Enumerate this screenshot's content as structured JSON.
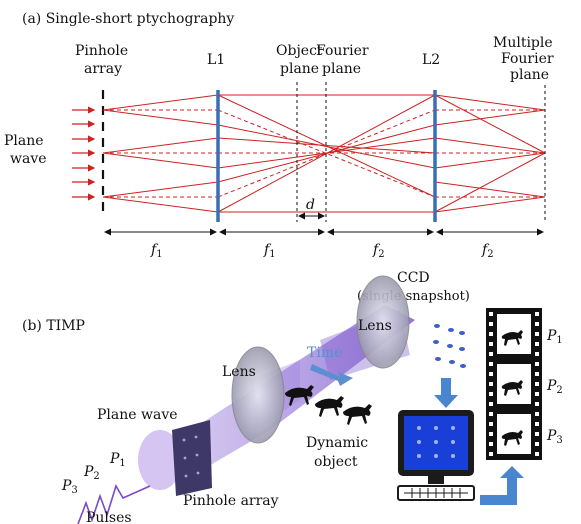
{
  "panel_a": {
    "title": "(a) Single-short ptychography",
    "pinhole_line1": "Pinhole",
    "pinhole_line2": "array",
    "l1": "L1",
    "object_line1": "Object",
    "object_line2": "plane",
    "fourier_line1": "Fourier",
    "fourier_line2": "plane",
    "l2": "L2",
    "multi_line1": "Multiple",
    "multi_line2": "Fourier",
    "multi_line3": "plane",
    "plane_line1": "Plane",
    "plane_line2": "wave",
    "d_label": "d",
    "focal_labels": [
      "f",
      "f",
      "f",
      "f"
    ],
    "focal_subs": [
      "1",
      "1",
      "2",
      "2"
    ]
  },
  "panel_b": {
    "title": "(b) TIMP",
    "ccd_line1": "CCD",
    "ccd_line2": "(single snapshot)",
    "lens1": "Lens",
    "lens2": "Lens",
    "time": "Time",
    "plane_wave": "Plane wave",
    "dynamic_line1": "Dynamic",
    "dynamic_line2": "object",
    "pinhole_array": "Pinhole array",
    "pulses": "Pulses",
    "pulse_labels": [
      "P",
      "P",
      "P"
    ],
    "pulse_subs": [
      "3",
      "2",
      "1"
    ],
    "frame_labels": [
      "P",
      "P",
      "P"
    ],
    "frame_subs": [
      "1",
      "2",
      "3"
    ]
  },
  "colors": {
    "ray": "#cc2222",
    "lens": "#3a6fb5",
    "time_arrow": "#5b8fcf",
    "beam": "#8a5fd0",
    "monitor_screen": "#1a3fd8"
  }
}
